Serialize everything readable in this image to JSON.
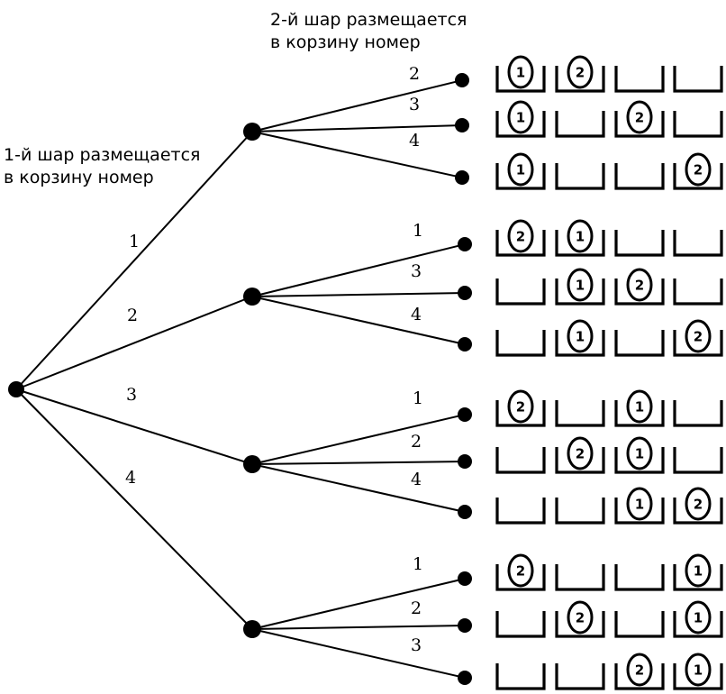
{
  "captions": {
    "first_level": [
      "1-й шар размещается",
      "в корзину номер"
    ],
    "second_level": [
      "2-й шар размещается",
      "в корзину номер"
    ]
  },
  "tree": {
    "first_labels": [
      "1",
      "2",
      "3",
      "4"
    ],
    "second_labels": [
      [
        "2",
        "3",
        "4"
      ],
      [
        "1",
        "3",
        "4"
      ],
      [
        "1",
        "2",
        "4"
      ],
      [
        "1",
        "2",
        "3"
      ]
    ]
  },
  "outcomes": [
    {
      "ball1": 1,
      "ball2": 2
    },
    {
      "ball1": 1,
      "ball2": 3
    },
    {
      "ball1": 1,
      "ball2": 4
    },
    {
      "ball1": 2,
      "ball2": 1
    },
    {
      "ball1": 2,
      "ball2": 3
    },
    {
      "ball1": 2,
      "ball2": 4
    },
    {
      "ball1": 3,
      "ball2": 1
    },
    {
      "ball1": 3,
      "ball2": 2
    },
    {
      "ball1": 3,
      "ball2": 4
    },
    {
      "ball1": 4,
      "ball2": 1
    },
    {
      "ball1": 4,
      "ball2": 2
    },
    {
      "ball1": 4,
      "ball2": 3
    }
  ],
  "ball_labels": [
    "1",
    "2"
  ],
  "baskets_per_row": 4
}
